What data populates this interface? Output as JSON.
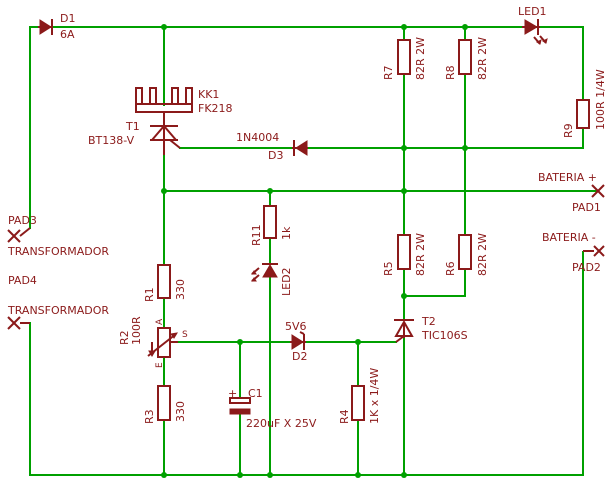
{
  "labels": {
    "d1_name": "D1",
    "d1_value": "6A",
    "led1_name": "LED1",
    "r7_name": "R7",
    "r7_value": "82R 2W",
    "r8_name": "R8",
    "r8_value": "82R 2W",
    "r9_name": "R9",
    "r9_value": "100R 1/4W",
    "kk1_name": "KK1",
    "kk1_value": "FK218",
    "t1_name": "T1",
    "t1_value": "BT138-V",
    "d3_value": "1N4004",
    "d3_name": "D3",
    "bat_pos": "BATERIA +",
    "pad1": "PAD1",
    "pad3": "PAD3",
    "transf1": "TRANSFORMADOR",
    "pad4": "PAD4",
    "transf2": "TRANSFORMADOR",
    "bat_neg": "BATERIA -",
    "pad2": "PAD2",
    "r11_name": "R11",
    "r11_value": "1k",
    "led2_name": "LED2",
    "r5_name": "R5",
    "r5_value": "82R 2W",
    "r6_name": "R6",
    "r6_value": "82R 2W",
    "r1_name": "R1",
    "r1_value": "330",
    "r2_name": "R2",
    "r2_value": "100R",
    "pin_a": "A",
    "pin_e": "E",
    "pin_s": "S",
    "d2_value": "5V6",
    "d2_name": "D2",
    "t2_name": "T2",
    "t2_value": "TIC106S",
    "c1_name": "C1",
    "c1_value": "220uF X  25V",
    "c1_plus": "+",
    "r3_name": "R3",
    "r3_value": "330",
    "r4_name": "R4",
    "r4_value": "1K x 1/4W"
  },
  "colors": {
    "wire": "#00a000",
    "symbol": "#8b1a1a",
    "background": "#ffffff"
  }
}
